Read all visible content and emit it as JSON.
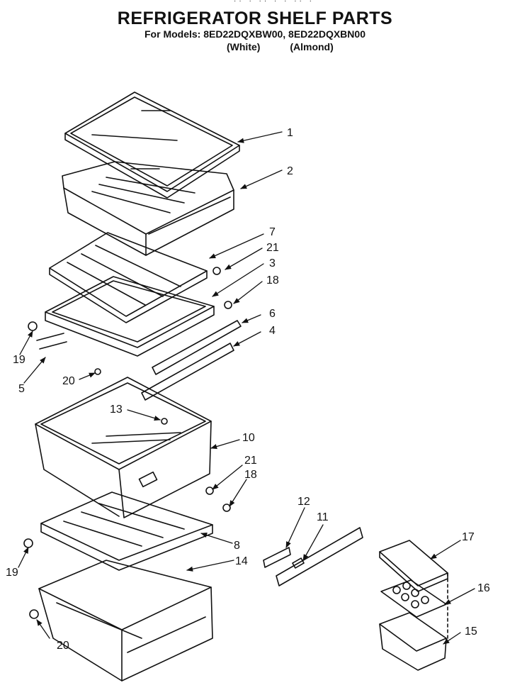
{
  "header": {
    "title": "REFRIGERATOR SHELF PARTS",
    "models_line": "For Models: 8ED22DQXBW00, 8ED22DQXBN00",
    "color_white": "(White)",
    "color_almond": "(Almond)"
  },
  "callouts": [
    "1",
    "2",
    "7",
    "21",
    "3",
    "18",
    "6",
    "4",
    "19",
    "5",
    "20",
    "13",
    "10",
    "21",
    "18",
    "12",
    "11",
    "17",
    "8",
    "19",
    "14",
    "16",
    "15",
    "20"
  ]
}
